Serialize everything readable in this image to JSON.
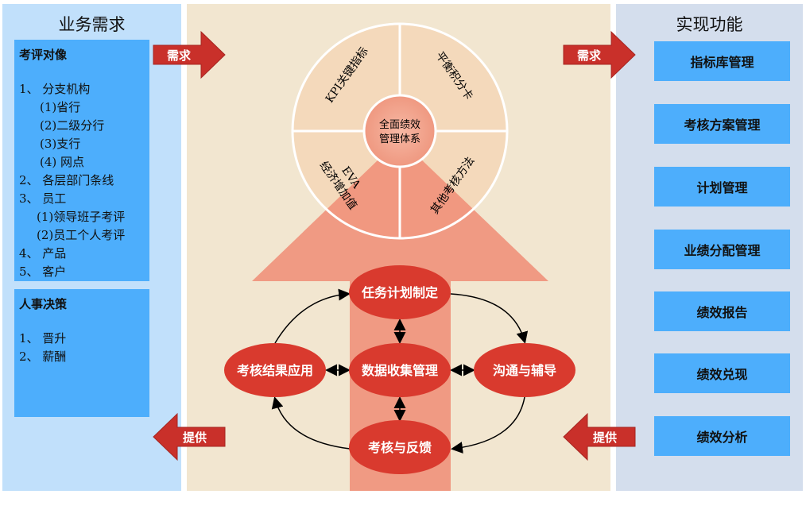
{
  "left": {
    "title": "业务需求",
    "box1": {
      "heading": "考评对像",
      "items": [
        "1、 分支机构",
        "(1)省行",
        "(2)二级分行",
        "(3)支行",
        "(4) 网点",
        "2、 各层部门条线",
        "3、 员工",
        "(1)领导班子考评",
        "(2)员工个人考评",
        "4、 产品",
        "5、 客户"
      ]
    },
    "box2": {
      "heading": "人事决策",
      "items": [
        "1、 晋升",
        "2、 薪酬"
      ]
    }
  },
  "right": {
    "title": "实现功能",
    "items": [
      "指标库管理",
      "考核方案管理",
      "计划管理",
      "业绩分配管理",
      "绩效报告",
      "绩效兑现",
      "绩效分析"
    ]
  },
  "arrows": {
    "demand": "需求",
    "provide": "提供"
  },
  "wheel": {
    "center": [
      "全面绩效",
      "管理体系"
    ],
    "kpi": "KPI关键指标",
    "bsc": "平衡积分卡",
    "eva1": "EVA",
    "eva2": "经济增加值",
    "other": "其他考核方法"
  },
  "cycle": {
    "plan": "任务计划制定",
    "data": "数据收集管理",
    "comm": "沟通与辅导",
    "apply": "考核结果应用",
    "feedback": "考核与反馈"
  },
  "colors": {
    "arrow": "#c9302a",
    "ellipse": "#d93a2e",
    "box": "#4daefc"
  }
}
